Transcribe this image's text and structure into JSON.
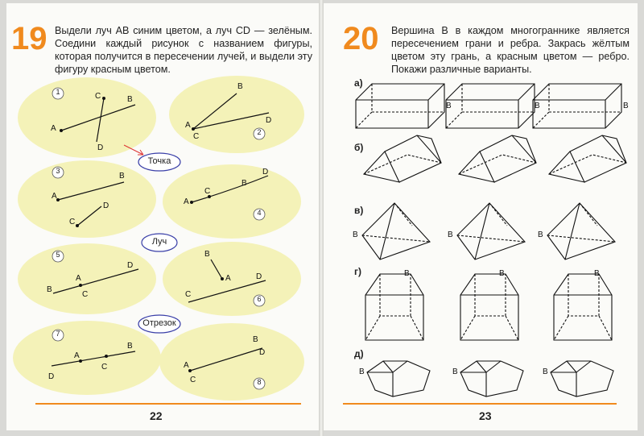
{
  "left": {
    "task_number": "19",
    "task_text": "Выдели луч AB синим цветом, а луч CD — зелёным. Соедини каждый рисунок с названием фигуры, которая получится в пересечении лучей, и выдели эту фигуру красным цветом.",
    "page_number": "22",
    "choices": [
      "Точка",
      "Луч",
      "Отрезок"
    ],
    "figure_numbers": [
      "1",
      "2",
      "3",
      "4",
      "5",
      "6",
      "7",
      "8"
    ],
    "point_labels": {
      "A": "A",
      "B": "B",
      "C": "C",
      "D": "D"
    }
  },
  "right": {
    "task_number": "20",
    "task_text": "Вершина B в каждом многограннике является пересечением грани и ребра. Закрась жёлтым цветом эту грань, а красным цветом — ребро. Покажи различные варианты.",
    "page_number": "23",
    "row_labels": [
      "а)",
      "б)",
      "в)",
      "г)",
      "д)"
    ],
    "vertex_label": "B"
  },
  "colors": {
    "accent": "#f08a1e",
    "highlight": "#f4f2b8",
    "oval_border": "#3a3fa8"
  }
}
